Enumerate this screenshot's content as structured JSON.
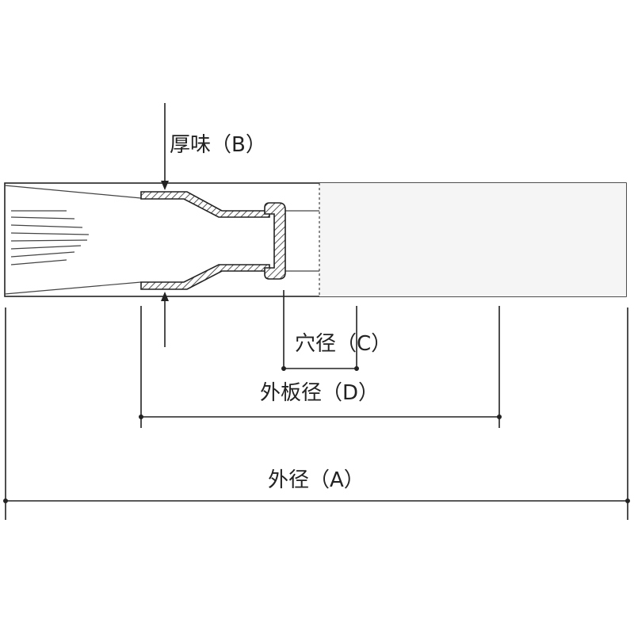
{
  "labels": {
    "thickness": "厚味（B）",
    "hole_diameter": "穴径（C）",
    "outer_plate_diameter": "外板径（D）",
    "outer_diameter": "外径（A）"
  },
  "colors": {
    "line": "#222222",
    "hatch": "#555555",
    "background": "#ffffff",
    "fill_light": "#f4f4f4"
  }
}
